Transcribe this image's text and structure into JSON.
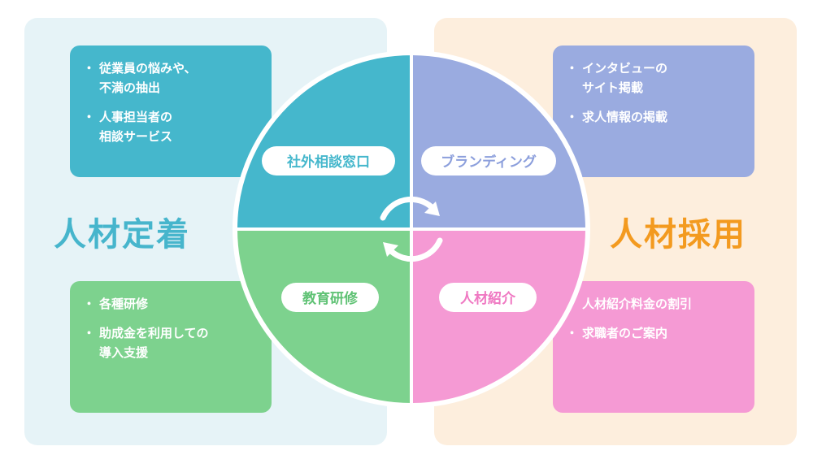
{
  "left": {
    "title": "人材定着",
    "top_card": [
      "従業員の悩みや、\n不満の抽出",
      "人事担当者の\n相談サービス"
    ],
    "bottom_card": [
      "各種研修",
      "助成金を利用しての\n導入支援"
    ]
  },
  "right": {
    "title": "人材採用",
    "top_card": [
      "インタビューの\nサイト掲載",
      "求人情報の掲載"
    ],
    "bottom_card": [
      "人材紹介料金の割引",
      "求職者のご案内"
    ]
  },
  "quadrants": {
    "top_left": "社外相談窓口",
    "top_right": "ブランディング",
    "bottom_left": "教育研修",
    "bottom_right": "人材紹介"
  },
  "colors": {
    "teal": "#45b7cc",
    "lavender": "#9aabe0",
    "green": "#7dd28e",
    "pink": "#f59ad4",
    "orange": "#f39a1f"
  },
  "icons": {
    "center": "cycle-arrows-icon"
  }
}
